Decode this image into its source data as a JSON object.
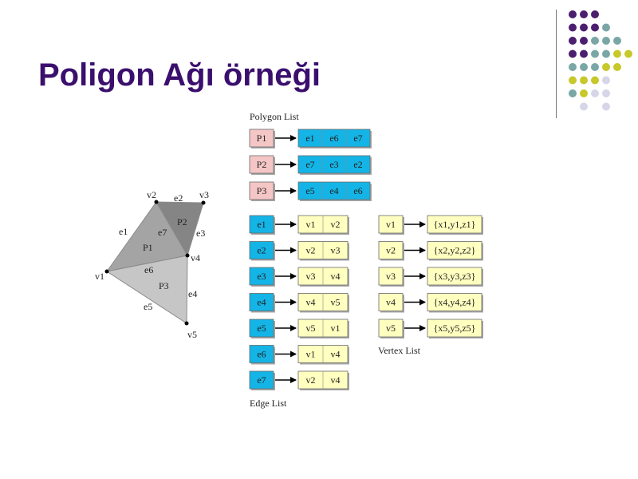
{
  "slide": {
    "title": "Poligon Ağı örneği"
  },
  "colors": {
    "title": "#3b0f6e",
    "purple": "#4b1e6e",
    "teal": "#7aa6a6",
    "yellow": "#c7c82a",
    "lavender": "#d6d6e8",
    "polygon_box": "#f5c6c6",
    "edge_box": "#14b4e6",
    "vertex_box": "#ffffc0"
  },
  "dot_grid": [
    [
      "purple",
      "purple",
      "purple",
      "",
      "",
      ""
    ],
    [
      "purple",
      "purple",
      "purple",
      "teal",
      "",
      ""
    ],
    [
      "purple",
      "purple",
      "teal",
      "teal",
      "teal",
      ""
    ],
    [
      "purple",
      "purple",
      "teal",
      "teal",
      "yellow",
      "yellow"
    ],
    [
      "teal",
      "teal",
      "teal",
      "yellow",
      "yellow",
      ""
    ],
    [
      "yellow",
      "yellow",
      "yellow",
      "lavender",
      "",
      ""
    ],
    [
      "teal",
      "yellow",
      "lavender",
      "lavender",
      "",
      ""
    ],
    [
      "",
      "lavender",
      "",
      "lavender",
      "",
      ""
    ]
  ],
  "mesh": {
    "vertices": [
      {
        "label": "v1"
      },
      {
        "label": "v2"
      },
      {
        "label": "v3"
      },
      {
        "label": "v4"
      },
      {
        "label": "v5"
      }
    ],
    "edge_labels": [
      "e1",
      "e2",
      "e3",
      "e4",
      "e5",
      "e6",
      "e7"
    ],
    "polygon_labels": [
      "P1",
      "P2",
      "P3"
    ]
  },
  "polygon_list": {
    "caption": "Polygon List",
    "rows": [
      {
        "id": "P1",
        "edges": [
          "e1",
          "e6",
          "e7"
        ]
      },
      {
        "id": "P2",
        "edges": [
          "e7",
          "e3",
          "e2"
        ]
      },
      {
        "id": "P3",
        "edges": [
          "e5",
          "e4",
          "e6"
        ]
      }
    ]
  },
  "edge_list": {
    "caption": "Edge List",
    "rows": [
      {
        "id": "e1",
        "verts": [
          "v1",
          "v2"
        ]
      },
      {
        "id": "e2",
        "verts": [
          "v2",
          "v3"
        ]
      },
      {
        "id": "e3",
        "verts": [
          "v3",
          "v4"
        ]
      },
      {
        "id": "e4",
        "verts": [
          "v4",
          "v5"
        ]
      },
      {
        "id": "e5",
        "verts": [
          "v5",
          "v1"
        ]
      },
      {
        "id": "e6",
        "verts": [
          "v1",
          "v4"
        ]
      },
      {
        "id": "e7",
        "verts": [
          "v2",
          "v4"
        ]
      }
    ]
  },
  "vertex_list": {
    "caption": "Vertex List",
    "rows": [
      {
        "id": "v1",
        "coords": "{x1,y1,z1}"
      },
      {
        "id": "v2",
        "coords": "{x2,y2,z2}"
      },
      {
        "id": "v3",
        "coords": "{x3,y3,z3}"
      },
      {
        "id": "v4",
        "coords": "{x4,y4,z4}"
      },
      {
        "id": "v5",
        "coords": "{x5,y5,z5}"
      }
    ]
  }
}
